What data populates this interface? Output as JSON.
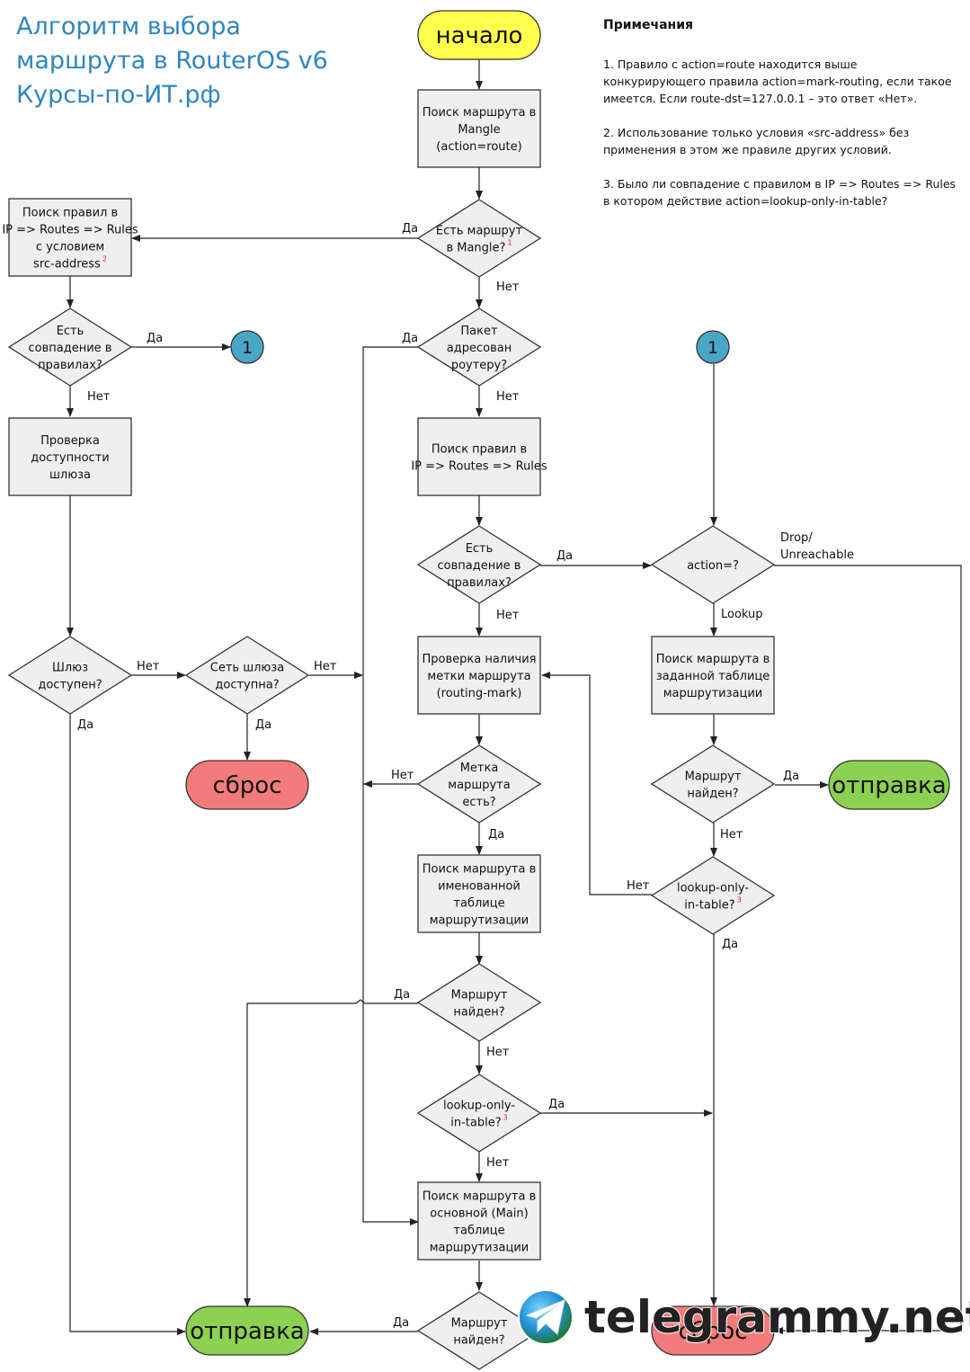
{
  "title": [
    "Алгоритм выбора",
    "маршрута в RouterOS v6",
    "Курсы-по-ИТ.рф"
  ],
  "notes": {
    "heading": "Примечания",
    "items": [
      [
        "1. Правило с action=route находится выше",
        "конкурирующего правила action=mark-routing, если такое",
        "имеется. Если route-dst=127.0.0.1 – это ответ «Нет»."
      ],
      [
        "2. Использование только условия «src-address» без",
        "применения в этом же правиле других условий."
      ],
      [
        "3. Было ли совпадение с правилом  в IP => Routes => Rules",
        "в котором действие action=lookup-only-in-table?"
      ]
    ]
  },
  "watermark": "telegrammy.net",
  "colors": {
    "title": "#2e86c1",
    "start": "#ffff4d",
    "send": "#8cd151",
    "drop": "#f47b7b",
    "connector": "#4aa6c7",
    "box": "#efefef",
    "footnote": "#d21f1f"
  },
  "nodes": [
    {
      "id": "start",
      "type": "terminal",
      "color": "start",
      "lines": [
        "начало"
      ]
    },
    {
      "id": "mangle",
      "type": "process",
      "lines": [
        "Поиск маршрута в",
        "Mangle",
        "(action=route)"
      ]
    },
    {
      "id": "d_mangle",
      "type": "decision",
      "lines": [
        "Есть маршрут",
        "в Mangle?"
      ],
      "sup": "1"
    },
    {
      "id": "src_rules",
      "type": "process",
      "lines": [
        "Поиск правил в",
        "IP => Routes => Rules",
        "с  условием",
        "src-address"
      ],
      "sup": "2"
    },
    {
      "id": "d_src_match",
      "type": "decision",
      "lines": [
        "Есть",
        "совпадение в",
        "правилах?"
      ]
    },
    {
      "id": "conn1_left",
      "type": "connector",
      "color": "connector",
      "lines": [
        "1"
      ]
    },
    {
      "id": "d_to_router",
      "type": "decision",
      "lines": [
        "Пакет",
        "адресован",
        "роутеру?"
      ]
    },
    {
      "id": "conn1_right",
      "type": "connector",
      "color": "connector",
      "lines": [
        "1"
      ]
    },
    {
      "id": "gw_check",
      "type": "process",
      "lines": [
        "Проверка",
        "доступности",
        "шлюза"
      ]
    },
    {
      "id": "rules",
      "type": "process",
      "lines": [
        "Поиск правил в",
        "IP => Routes => Rules"
      ]
    },
    {
      "id": "d_rules_match",
      "type": "decision",
      "lines": [
        "Есть",
        "совпадение в",
        "правилах?"
      ]
    },
    {
      "id": "d_action",
      "type": "decision",
      "lines": [
        "action=?"
      ]
    },
    {
      "id": "d_gw",
      "type": "decision",
      "lines": [
        "Шлюз",
        "доступен?"
      ]
    },
    {
      "id": "d_gw_net",
      "type": "decision",
      "lines": [
        "Сеть шлюза",
        "доступна?"
      ]
    },
    {
      "id": "mark_check",
      "type": "process",
      "lines": [
        "Проверка наличия",
        "метки маршрута",
        "(routing-mark)"
      ]
    },
    {
      "id": "table_search",
      "type": "process",
      "lines": [
        "Поиск маршрута в",
        "заданной таблице",
        "маршрутизации"
      ]
    },
    {
      "id": "drop1",
      "type": "terminal",
      "color": "drop",
      "lines": [
        "сброс"
      ]
    },
    {
      "id": "d_mark",
      "type": "decision",
      "lines": [
        "Метка",
        "маршрута",
        "есть?"
      ]
    },
    {
      "id": "d_found_table",
      "type": "decision",
      "lines": [
        "Маршрут",
        "найден?"
      ]
    },
    {
      "id": "send_right",
      "type": "terminal",
      "color": "send",
      "lines": [
        "отправка"
      ]
    },
    {
      "id": "named_table",
      "type": "process",
      "lines": [
        "Поиск маршрута в",
        "именованной",
        "таблице",
        "маршрутизации"
      ]
    },
    {
      "id": "d_lookup_right",
      "type": "decision",
      "lines": [
        "lookup-only-",
        "in-table?"
      ],
      "sup": "3"
    },
    {
      "id": "d_found_named",
      "type": "decision",
      "lines": [
        "Маршрут",
        "найден?"
      ]
    },
    {
      "id": "d_lookup_mid",
      "type": "decision",
      "lines": [
        "lookup-only-",
        "in-table?"
      ],
      "sup": "3"
    },
    {
      "id": "main_table",
      "type": "process",
      "lines": [
        "Поиск маршрута в",
        "основной (Main)",
        "таблице",
        "маршрутизации"
      ]
    },
    {
      "id": "send_bottom",
      "type": "terminal",
      "color": "send",
      "lines": [
        "отправка"
      ]
    },
    {
      "id": "d_found_main",
      "type": "decision",
      "lines": [
        "Маршрут",
        "найден?"
      ]
    },
    {
      "id": "drop2",
      "type": "terminal",
      "color": "drop",
      "lines": [
        "сброс"
      ]
    }
  ],
  "edges": [
    {
      "id": "e1",
      "from": "start",
      "to": "mangle",
      "label": ""
    },
    {
      "id": "e2",
      "from": "mangle",
      "to": "d_mangle",
      "label": ""
    },
    {
      "id": "e3",
      "from": "d_mangle",
      "to": "src_rules",
      "label": "Да"
    },
    {
      "id": "e4",
      "from": "d_mangle",
      "to": "d_to_router",
      "label": "Нет"
    },
    {
      "id": "e5",
      "from": "src_rules",
      "to": "d_src_match",
      "label": ""
    },
    {
      "id": "e6",
      "from": "d_src_match",
      "to": "conn1_left",
      "label": "Да"
    },
    {
      "id": "e7",
      "from": "d_src_match",
      "to": "gw_check",
      "label": "Нет"
    },
    {
      "id": "e8",
      "from": "d_to_router",
      "to": "main_table",
      "label": "Да"
    },
    {
      "id": "e9",
      "from": "d_to_router",
      "to": "rules",
      "label": "Нет"
    },
    {
      "id": "e10",
      "from": "rules",
      "to": "d_rules_match",
      "label": ""
    },
    {
      "id": "e11",
      "from": "d_rules_match",
      "to": "d_action",
      "label": "Да"
    },
    {
      "id": "e12",
      "from": "d_rules_match",
      "to": "mark_check",
      "label": "Нет"
    },
    {
      "id": "e13",
      "from": "conn1_right",
      "to": "d_action",
      "label": ""
    },
    {
      "id": "e14",
      "from": "d_action",
      "to": "drop2",
      "label": "Drop/\nUnreachable"
    },
    {
      "id": "e15",
      "from": "d_action",
      "to": "table_search",
      "label": "Lookup"
    },
    {
      "id": "e16",
      "from": "gw_check",
      "to": "d_gw",
      "label": ""
    },
    {
      "id": "e17",
      "from": "d_gw",
      "to": "d_gw_net",
      "label": "Нет"
    },
    {
      "id": "e18",
      "from": "d_gw",
      "to": "send_bottom",
      "label": "Да"
    },
    {
      "id": "e19",
      "from": "d_gw_net",
      "to": "main_table",
      "label": "Нет"
    },
    {
      "id": "e20",
      "from": "d_gw_net",
      "to": "drop1",
      "label": "Да"
    },
    {
      "id": "e21",
      "from": "mark_check",
      "to": "d_mark",
      "label": ""
    },
    {
      "id": "e22",
      "from": "d_mark",
      "to": "main_table",
      "label": "Нет"
    },
    {
      "id": "e23",
      "from": "d_mark",
      "to": "named_table",
      "label": "Да"
    },
    {
      "id": "e24",
      "from": "table_search",
      "to": "d_found_table",
      "label": ""
    },
    {
      "id": "e25",
      "from": "d_found_table",
      "to": "send_right",
      "label": "Да"
    },
    {
      "id": "e26",
      "from": "d_found_table",
      "to": "d_lookup_right",
      "label": "Нет"
    },
    {
      "id": "e27",
      "from": "d_lookup_right",
      "to": "mark_check",
      "label": "Нет"
    },
    {
      "id": "e28",
      "from": "d_lookup_right",
      "to": "drop2",
      "label": "Да"
    },
    {
      "id": "e29",
      "from": "named_table",
      "to": "d_found_named",
      "label": ""
    },
    {
      "id": "e30",
      "from": "d_found_named",
      "to": "send_bottom",
      "label": "Да"
    },
    {
      "id": "e31",
      "from": "d_found_named",
      "to": "d_lookup_mid",
      "label": "Нет"
    },
    {
      "id": "e32",
      "from": "d_lookup_mid",
      "to": "drop2",
      "label": "Да"
    },
    {
      "id": "e33",
      "from": "d_lookup_mid",
      "to": "main_table",
      "label": "Нет"
    },
    {
      "id": "e34",
      "from": "main_table",
      "to": "d_found_main",
      "label": ""
    },
    {
      "id": "e35",
      "from": "d_found_main",
      "to": "send_bottom",
      "label": "Да"
    }
  ]
}
